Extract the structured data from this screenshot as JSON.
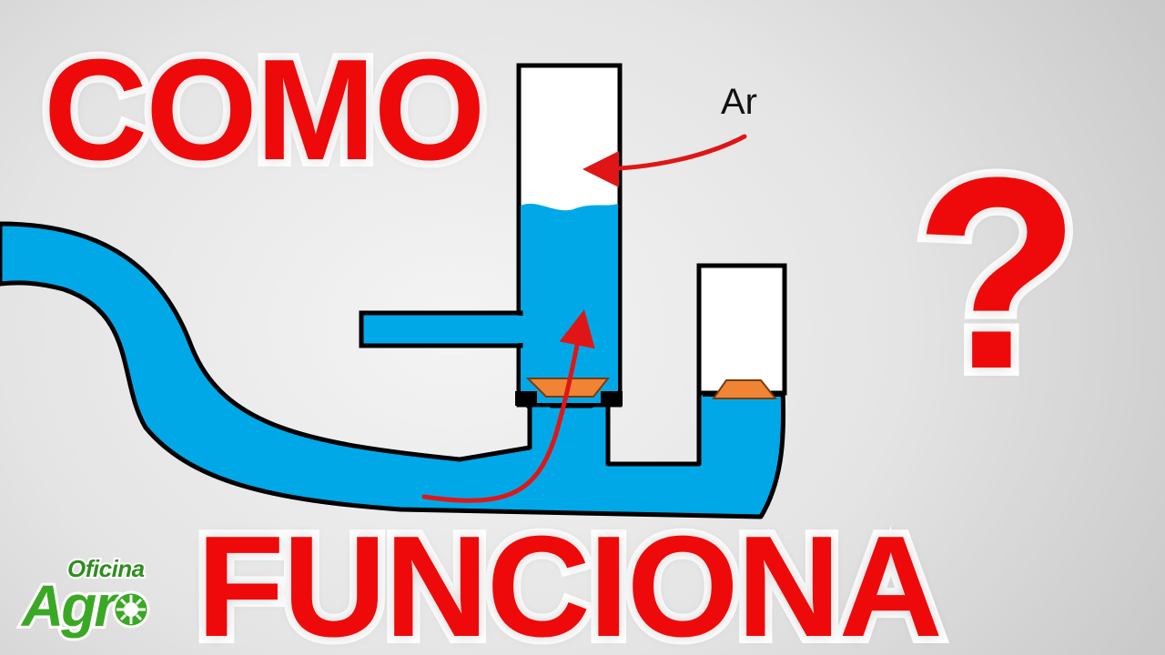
{
  "title": {
    "top": "COMO",
    "bottom": "FUNCIONA",
    "mark": "?"
  },
  "diagram": {
    "air_label": "Ar"
  },
  "logo": {
    "top": "Oficina",
    "main": "Agr"
  },
  "colors": {
    "title_red": "#ee0a0a",
    "water_blue": "#00a8e8",
    "arrow_red": "#e01616",
    "valve_orange": "#ef8434",
    "logo_green": "#3aa824"
  },
  "icons": [
    "gear-icon"
  ]
}
